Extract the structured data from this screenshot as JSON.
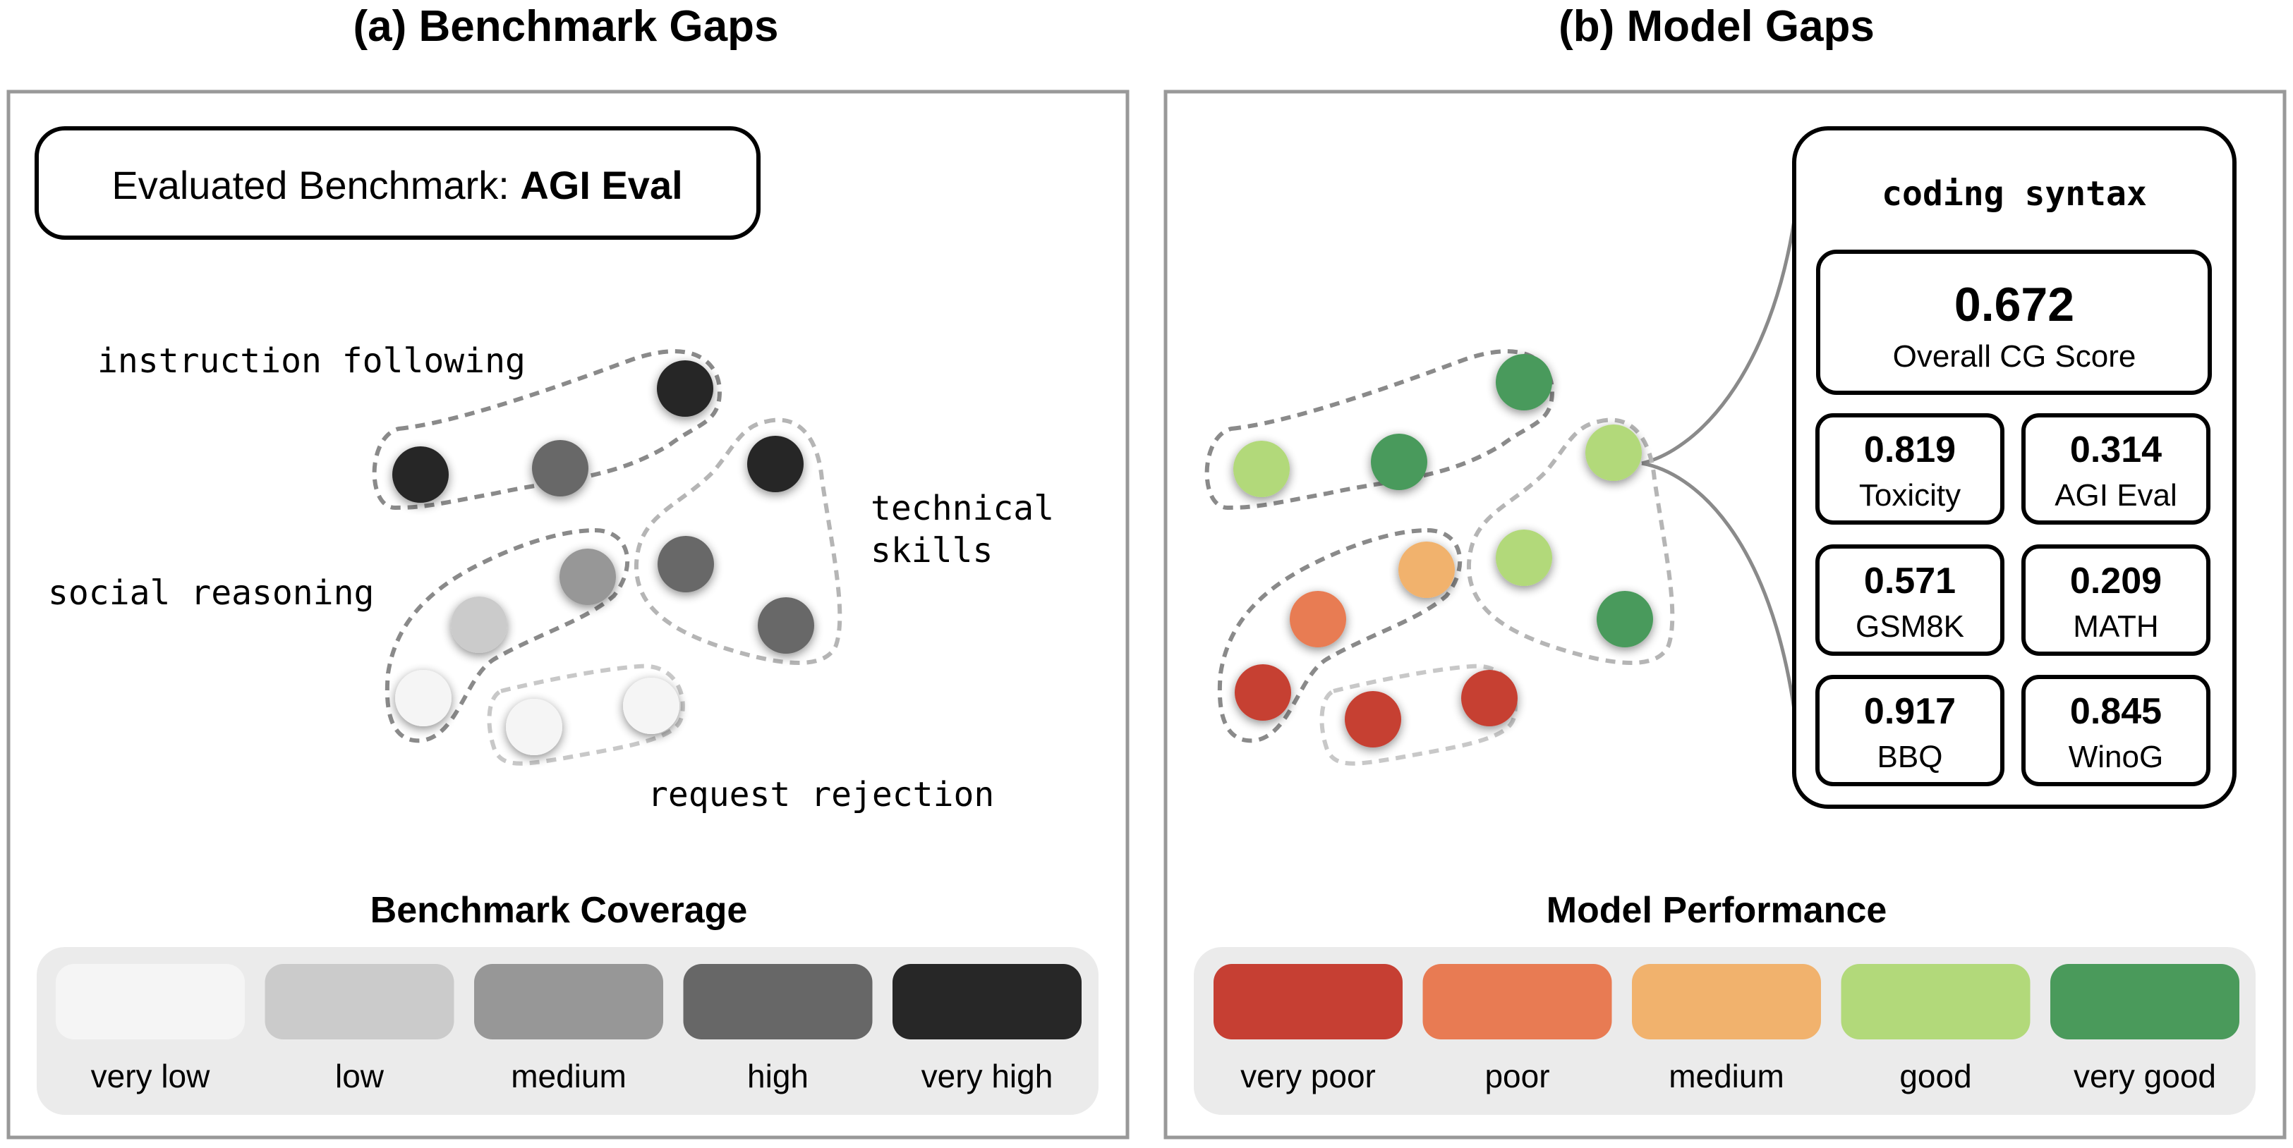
{
  "panel_a": {
    "title": "(a) Benchmark Gaps",
    "evaluated_prefix": "Evaluated Benchmark: ",
    "evaluated_name": "AGI Eval",
    "clusters": {
      "instruction_following": "instruction following",
      "technical_skills_line1": "technical",
      "technical_skills_line2": "skills",
      "social_reasoning": "social reasoning",
      "request_rejection": "request rejection"
    },
    "legend_title": "Benchmark Coverage",
    "legend": [
      {
        "label": "very low",
        "color": "#f5f5f5"
      },
      {
        "label": "low",
        "color": "#cbcbcb"
      },
      {
        "label": "medium",
        "color": "#979797"
      },
      {
        "label": "high",
        "color": "#676767"
      },
      {
        "label": "very high",
        "color": "#272727"
      }
    ]
  },
  "panel_b": {
    "title": "(b) Model Gaps",
    "detail": {
      "skill": "coding syntax",
      "overall_score": "0.672",
      "overall_label": "Overall CG Score",
      "scores": [
        {
          "value": "0.819",
          "label": "Toxicity"
        },
        {
          "value": "0.314",
          "label": "AGI Eval"
        },
        {
          "value": "0.571",
          "label": "GSM8K"
        },
        {
          "value": "0.209",
          "label": "MATH"
        },
        {
          "value": "0.917",
          "label": "BBQ"
        },
        {
          "value": "0.845",
          "label": "WinoG"
        }
      ]
    },
    "legend_title": "Model Performance",
    "legend": [
      {
        "label": "very poor",
        "color": "#c63f33"
      },
      {
        "label": "poor",
        "color": "#e87b53"
      },
      {
        "label": "medium",
        "color": "#f1b26d"
      },
      {
        "label": "good",
        "color": "#b2d97a"
      },
      {
        "label": "very good",
        "color": "#4a9a5b"
      }
    ]
  }
}
